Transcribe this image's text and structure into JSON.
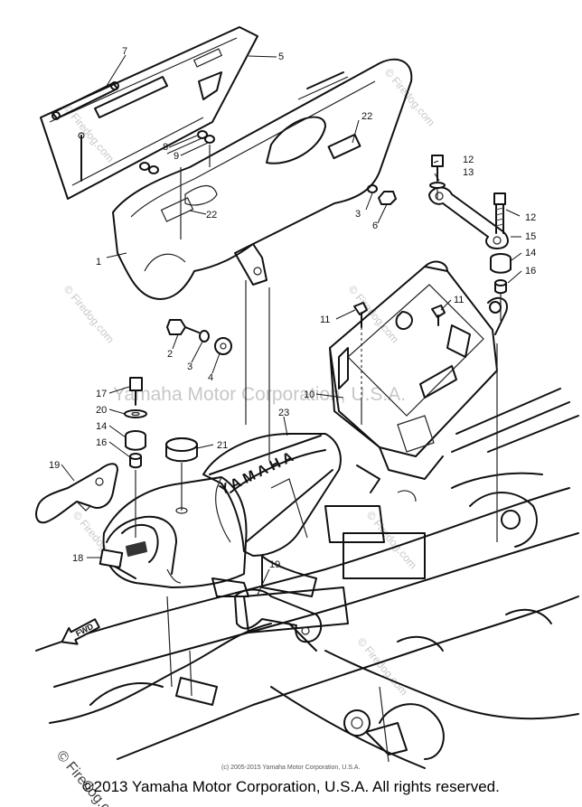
{
  "diagram": {
    "callouts": {
      "c1": "1",
      "c2": "2",
      "c3a": "3",
      "c3b": "3",
      "c4": "4",
      "c5": "5",
      "c6": "6",
      "c7": "7",
      "c8": "8",
      "c9": "9",
      "c10": "10",
      "c11a": "11",
      "c11b": "11",
      "c12a": "12",
      "c12b": "12",
      "c13": "13",
      "c14a": "14",
      "c14b": "14",
      "c15": "15",
      "c16a": "16",
      "c16b": "16",
      "c17": "17",
      "c18": "18",
      "c19a": "19",
      "c19b": "19",
      "c20": "20",
      "c21": "21",
      "c22a": "22",
      "c22b": "22",
      "c23": "23"
    },
    "seat_brand": "YAMAHA",
    "forward_arrow_label": "FWD",
    "watermark_center": "Yamaha Motor Corporation, U.S.A.",
    "watermark_site": "© Firedog.com",
    "small_copyright": "(c) 2005-2015 Yamaha Motor Corporation, U.S.A.",
    "footer_copyright": "©2013 Yamaha Motor Corporation, U.S.A. All rights reserved."
  }
}
